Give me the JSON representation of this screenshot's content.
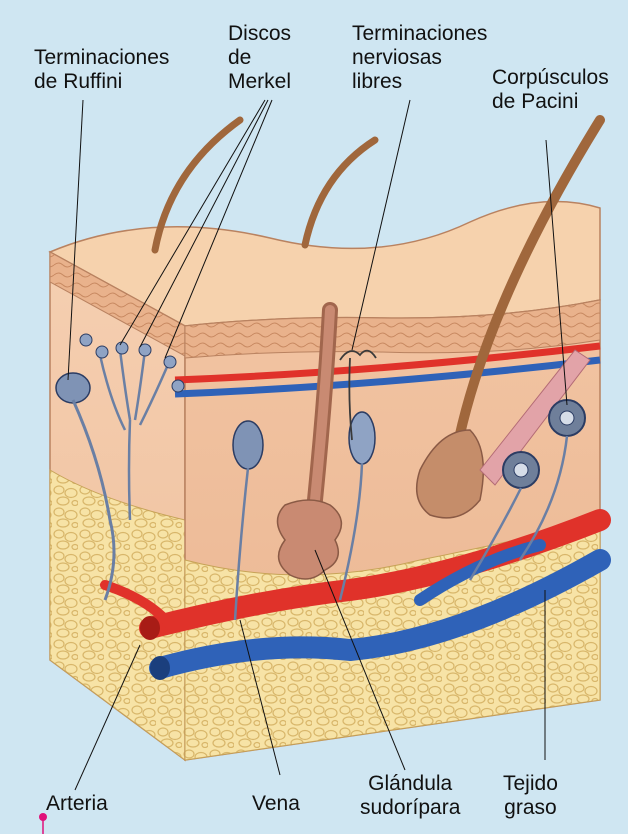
{
  "labels": {
    "ruffini": "Terminaciones\nde Ruffini",
    "merkel": "Discos\nde\nMerkel",
    "libres": "Terminaciones\nnerviosas\nlibres",
    "pacini": "Corpúsculos\nde Pacini",
    "arteria": "Arteria",
    "vena": "Vena",
    "glandula": "Glándula\nsudorípara",
    "tejido": "Tejido\ngraso"
  },
  "colors": {
    "background": "#cfe6f2",
    "epidermis": "#e8b48f",
    "dermis": "#f2c9a8",
    "fat": "#f7e3a6",
    "artery": "#e0322a",
    "vein": "#2f62b8",
    "nerve": "#6a7fa4",
    "hair": "#a0673c",
    "gland": "#c98a72",
    "accent_dot": "#e0117a"
  }
}
